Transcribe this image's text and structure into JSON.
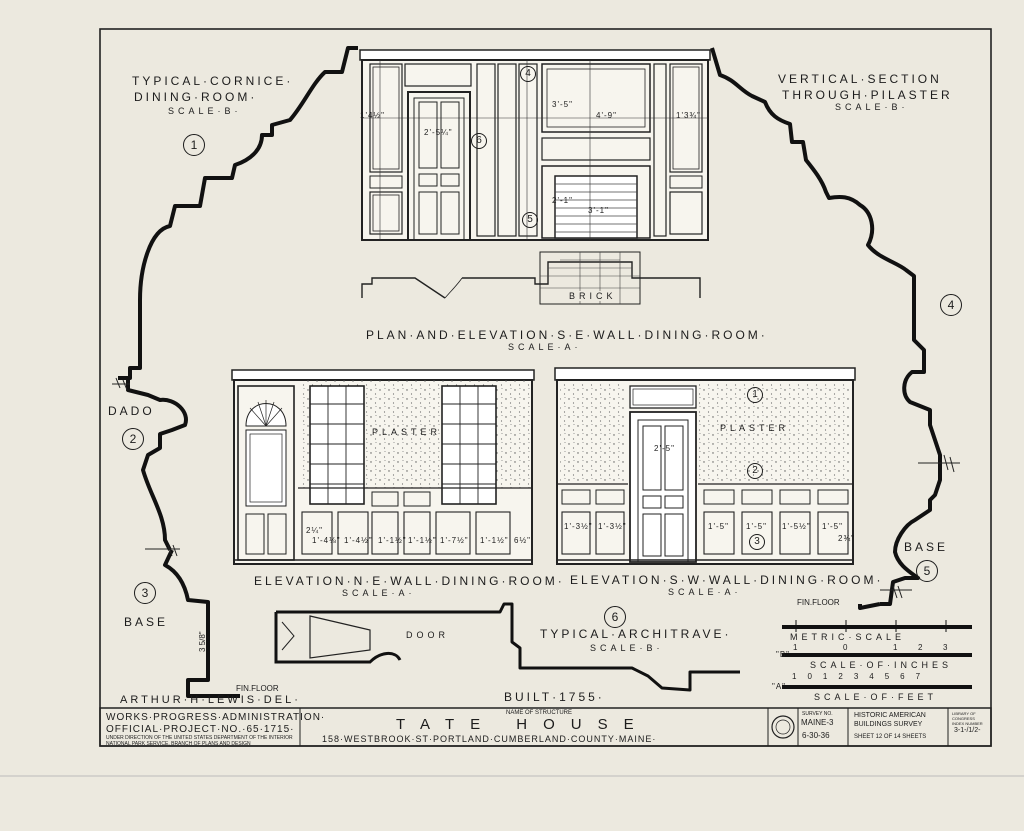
{
  "cornice": {
    "title": "TYPICAL·CORNICE·",
    "subtitle": "DINING·ROOM·",
    "scale": "SCALE·B·",
    "num": "1"
  },
  "pilaster_section": {
    "title": "VERTICAL·SECTION",
    "subtitle": "THROUGH·PILASTER",
    "scale": "SCALE·B·",
    "num": "4"
  },
  "dado": {
    "label": "DADO",
    "num": "2"
  },
  "base_left": {
    "label": "BASE",
    "num": "3"
  },
  "base_right": {
    "label": "BASE",
    "num": "5"
  },
  "se_wall": {
    "title": "PLAN·AND·ELEVATION·S·E·WALL·DINING·ROOM·",
    "scale": "SCALE·A·",
    "brick": "BRICK",
    "dims": [
      "1'4½\"",
      "2'-5¼\"",
      "4'-9\"",
      "1'3¾\"",
      "3'-5\"",
      "2'-1\"",
      "3'-1\""
    ],
    "callouts": [
      "6",
      "4",
      "5"
    ]
  },
  "ne_wall": {
    "title": "ELEVATION·N·E·WALL·DINING·ROOM·",
    "scale": "SCALE·A·",
    "plaster": "PLASTER",
    "dims": [
      "2¼\"",
      "1'-4⅛\"",
      "1'-4½\"",
      "1'-1½\"",
      "1'-1½\"",
      "1'-7½\"",
      "1'-1½\"",
      "6½\""
    ]
  },
  "sw_wall": {
    "title": "ELEVATION·S·W·WALL·DINING·ROOM·",
    "scale": "SCALE·A·",
    "plaster": "PLASTER",
    "dims": [
      "1'-3½\"",
      "1'-3½\"",
      "2'-5\"",
      "1'-5\"",
      "1'-5\"",
      "1'-5½\"",
      "1'-5\"",
      "2¾\""
    ],
    "callouts": [
      "1",
      "2",
      "3"
    ]
  },
  "architrave": {
    "title": "TYPICAL·ARCHITRAVE·",
    "scale": "SCALE·B·",
    "door": "DOOR",
    "num": "6"
  },
  "fin_floor_right": "FIN.FLOOR",
  "fin_floor_left": "FIN.FLOOR",
  "base_dim": "3 5/8\"",
  "delineator": "ARTHUR·H·LEWIS·DEL·",
  "built": "BUILT·1755·",
  "scales": {
    "metric_label": "METRIC·SCALE",
    "metric_ticks": [
      "1",
      "0",
      "1",
      "2",
      "3"
    ],
    "inches_label": "SCALE·OF·INCHES",
    "inches_key": "\"B\"",
    "inches_ticks": [
      "1",
      "0",
      "1",
      "2",
      "3",
      "4",
      "5",
      "6",
      "7"
    ],
    "feet_label": "SCALE·OF·FEET",
    "feet_key": "\"A\""
  },
  "title_block": {
    "wpa_line1": "WORKS·PROGRESS·ADMINISTRATION·",
    "wpa_line2": "OFFICIAL·PROJECT·NO.·65·1715·",
    "wpa_line3": "UNDER DIRECTION OF THE UNITED STATES DEPARTMENT OF THE INTERIOR",
    "wpa_line4": "NATIONAL PARK SERVICE, BRANCH OF PLANS AND DESIGN",
    "structure_caption": "NAME OF STRUCTURE",
    "structure_name": "TATE HOUSE",
    "address": "158·WESTBROOK·ST·PORTLAND·CUMBERLAND·COUNTY·MAINE·",
    "survey_caption": "SURVEY NO.",
    "survey_no": "MAINE-3",
    "date": "6-30-36",
    "habs_line1": "HISTORIC AMERICAN",
    "habs_line2": "BUILDINGS SURVEY",
    "sheet": "SHEET 12 OF 14 SHEETS",
    "index_caption": "LIBRARY OF CONGRESS INDEX NUMBER",
    "index_value": "3-1-/1/2-"
  }
}
